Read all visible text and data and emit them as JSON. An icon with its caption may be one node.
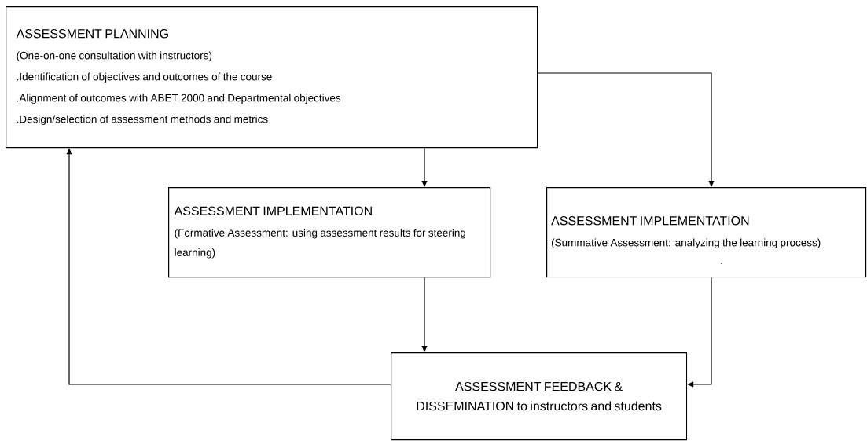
{
  "diagram": {
    "nodes": [
      {
        "text": [
          "ASSESSMENT PLANNING",
          "(One-on-one consultation with instructors)",
          ".Identification of objectives and outcomes of the course",
          ".Alignment of outcomes with ABET 2000 and Departmental objectives",
          ".Design/selection of assessment methods and metrics"
        ]
      },
      {
        "text": [
          "ASSESSMENT IMPLEMENTATION",
          "(Formative Assessment: using assessment results for steering learning)"
        ]
      },
      {
        "text": [
          "ASSESSMENT IMPLEMENTATION",
          "(Summative Assessment: analyzing the learning process)",
          "."
        ]
      },
      {
        "text": [
          "ASSESSMENT FEEDBACK & DISSEMINATION to instructors and students"
        ]
      }
    ],
    "edges": [
      {
        "from": 0,
        "to": 1,
        "arrow": "to"
      },
      {
        "from": 0,
        "to": 2,
        "arrow": "to"
      },
      {
        "from": 1,
        "to": 3,
        "arrow": "to"
      },
      {
        "from": 2,
        "to": 3,
        "arrow": "to"
      },
      {
        "from": 3,
        "to": 0,
        "arrow": "to"
      }
    ]
  }
}
